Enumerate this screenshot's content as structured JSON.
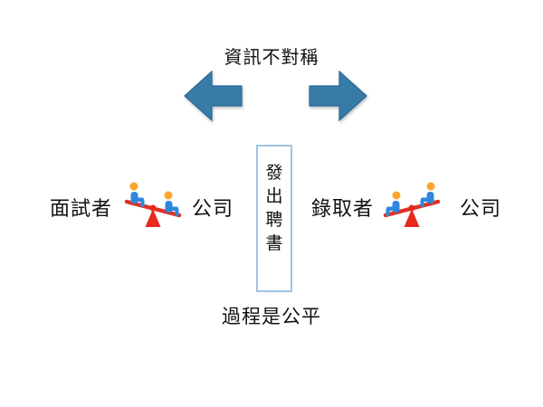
{
  "title": {
    "text": "資訊不對稱"
  },
  "arrows": {
    "left_icon": "block-arrow-left-icon",
    "right_icon": "block-arrow-right-icon",
    "fill": "#377BA8",
    "stroke": "#2B6B96"
  },
  "balance_left": {
    "party_a": "面試者",
    "party_b": "公司",
    "icon": "seesaw-balance-icon",
    "tilt": "left-up"
  },
  "balance_right": {
    "party_a": "錄取者",
    "party_b": "公司",
    "icon": "seesaw-balance-icon",
    "tilt": "right-up"
  },
  "center_box": {
    "text": "發出聘書",
    "chars": [
      "發",
      "出",
      "聘",
      "書"
    ],
    "border_color": "#9DC3E6"
  },
  "caption": {
    "text": "過程是公平"
  },
  "colors": {
    "background": "#FFFFFF",
    "text": "#111111",
    "arrow_fill": "#377BA8",
    "seesaw_plank": "#DE3226",
    "seesaw_fulcrum": "#E8291D",
    "person_body": "#2F86DE",
    "person_head": "#FBA62C"
  }
}
